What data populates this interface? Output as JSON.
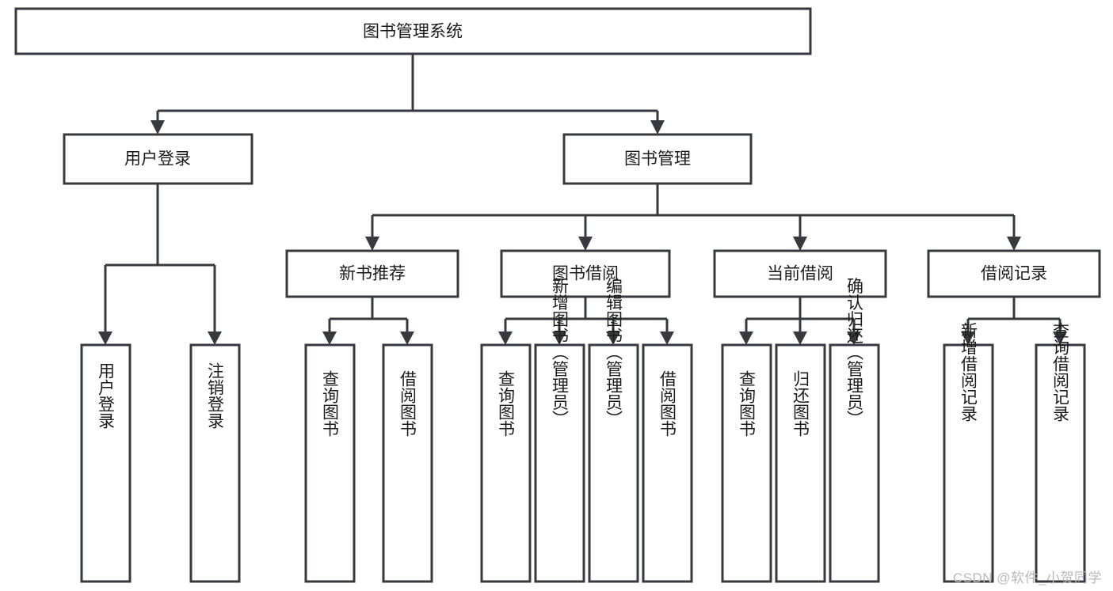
{
  "diagram": {
    "type": "tree-hierarchy",
    "title": "图书管理系统",
    "watermark": "CSDN @软件_小贺同学",
    "colors": {
      "box_stroke": "#36393d",
      "box_fill": "#ffffff",
      "connector": "#36393d",
      "text": "#1b1b1b",
      "watermark": "#b9b9b9",
      "background": "#ffffff"
    },
    "root": {
      "label": "图书管理系统"
    },
    "level2": [
      {
        "label": "用户登录"
      },
      {
        "label": "图书管理"
      }
    ],
    "level3": [
      {
        "label": "新书推荐"
      },
      {
        "label": "图书借阅"
      },
      {
        "label": "当前借阅"
      },
      {
        "label": "借阅记录"
      }
    ],
    "leaves": {
      "user_login": [
        {
          "label": "用户登录"
        },
        {
          "label": "注销登录"
        }
      ],
      "new_book_recommend": [
        {
          "label": "查询图书"
        },
        {
          "label": "借阅图书"
        }
      ],
      "book_borrow": [
        {
          "label": "查询图书"
        },
        {
          "label": "新增图书（管理员）"
        },
        {
          "label": "编辑图书（管理员）"
        },
        {
          "label": "借阅图书"
        }
      ],
      "current_borrow": [
        {
          "label": "查询图书"
        },
        {
          "label": "归还图书"
        },
        {
          "label": "确认归还（管理员）"
        }
      ],
      "borrow_record": [
        {
          "label": "新增借阅记录"
        },
        {
          "label": "查询借阅记录"
        }
      ]
    }
  }
}
